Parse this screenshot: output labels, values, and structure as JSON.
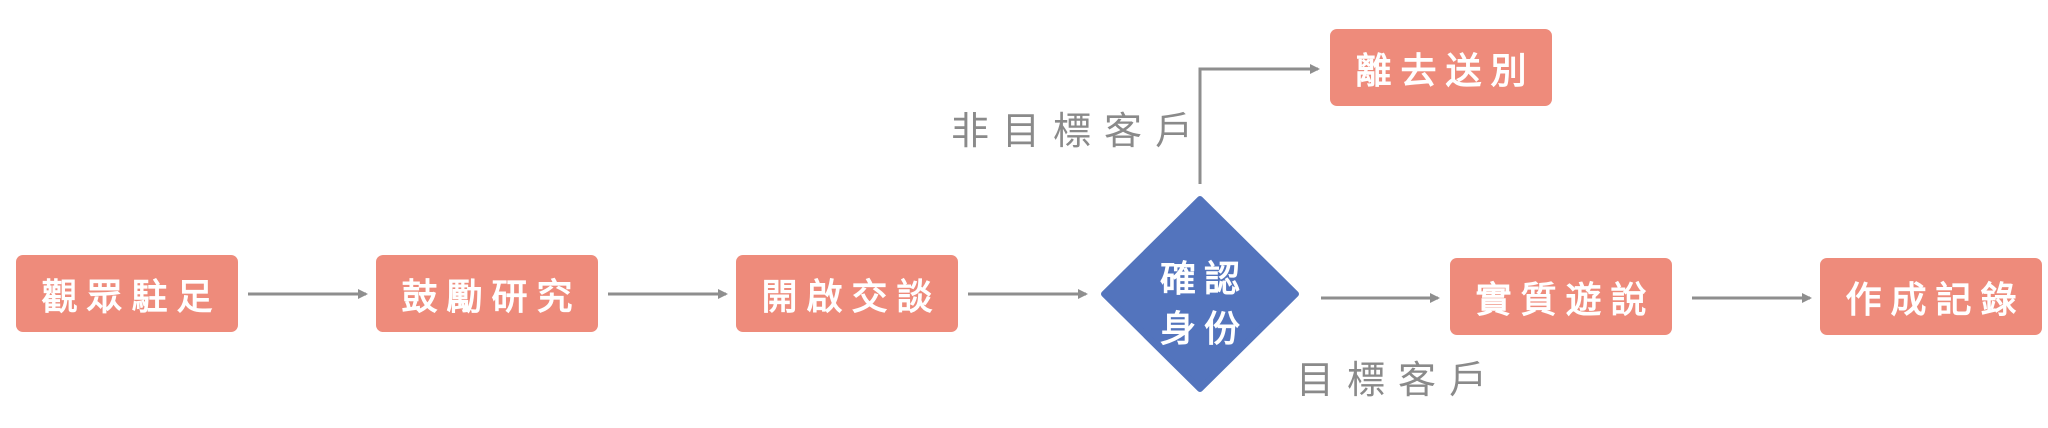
{
  "colors": {
    "process_node": "#ee8b7b",
    "decision_node": "#5374bd",
    "arrow": "#8e8e8e",
    "label_text": "#8a8a8a"
  },
  "nodes": {
    "observe": "觀眾駐足",
    "encourage": "鼓勵研究",
    "start_talk": "開啟交談",
    "confirm_line1": "確認",
    "confirm_line2": "身份",
    "leave": "離去送別",
    "pitch": "實質遊說",
    "record": "作成記錄"
  },
  "edges": {
    "non_target_label": "非目標客戶",
    "target_label": "目標客戶"
  }
}
